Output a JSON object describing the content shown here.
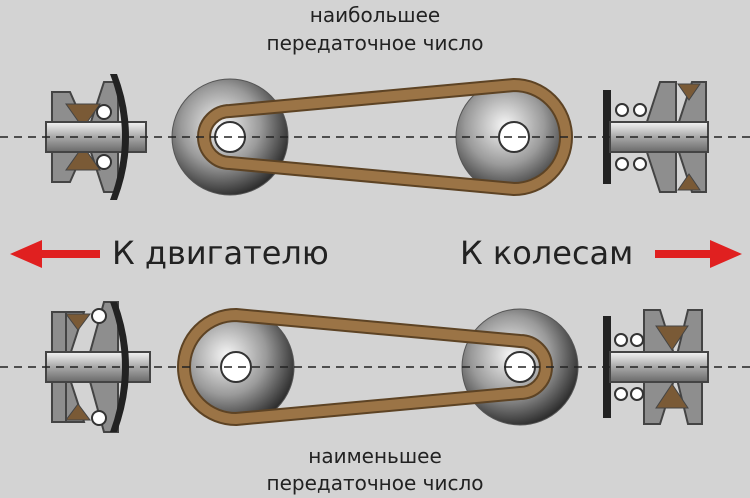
{
  "labels": {
    "top_line1": "наибольшее",
    "top_line2": "передаточное число",
    "bottom_line1": "наименьшее",
    "bottom_line2": "передаточное число"
  },
  "directions": {
    "left": "К двигателю",
    "right": "К колесам"
  },
  "colors": {
    "background": "#d3d3d3",
    "belt": "#9b7446",
    "belt_edge": "#5d4324",
    "arrow": "#e02020",
    "metal": "#8c8c8c",
    "dark": "#222222"
  }
}
